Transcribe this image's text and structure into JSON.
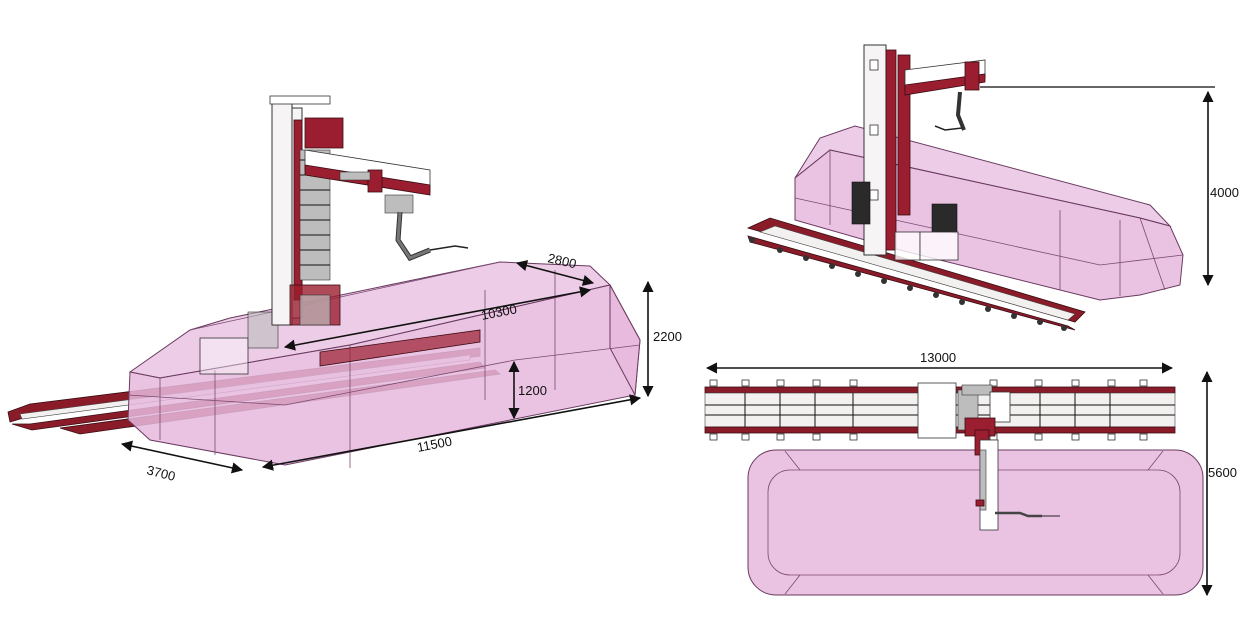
{
  "figure": {
    "description": "Gantry welding robot with work envelope: isometric views and top view",
    "views": {
      "iso_left": {
        "dimensions": {
          "top_width": "2800",
          "top_length": "10300",
          "height_total": "2200",
          "height_lower": "1200",
          "base_length": "11500",
          "base_width": "3700"
        }
      },
      "iso_right": {
        "dimensions": {
          "height": "4000"
        }
      },
      "top_view": {
        "dimensions": {
          "overall_length": "13000",
          "overall_width": "5600"
        }
      }
    },
    "colors": {
      "envelope": "#e6b8dd",
      "rail_red": "#9b1e30",
      "column_white": "#f7f4f6",
      "dimension_text": "#111111"
    }
  }
}
